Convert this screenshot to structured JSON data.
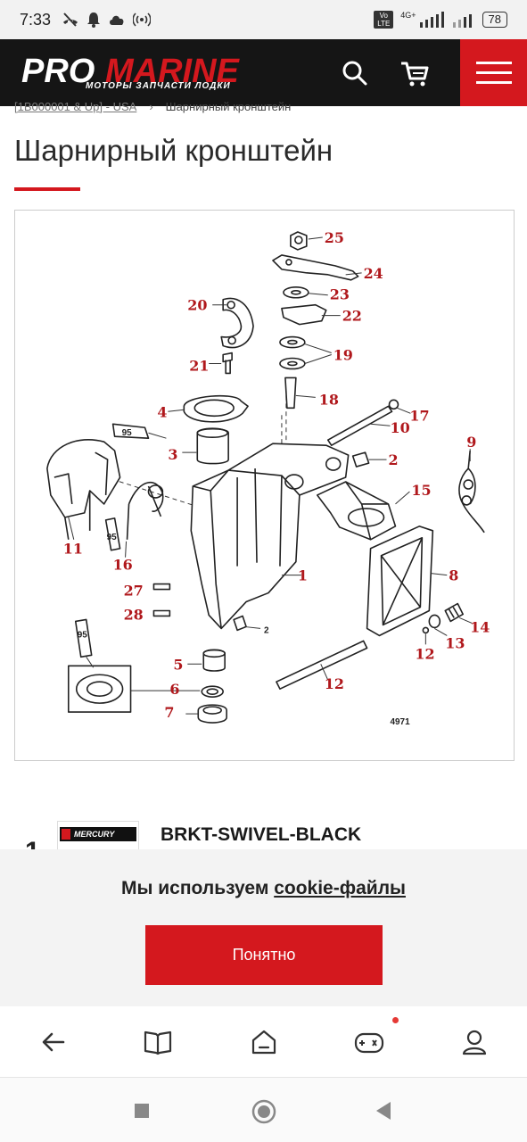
{
  "status_bar": {
    "time": "7:33",
    "network": "4G+",
    "volte": "Vo LTE",
    "battery": "78"
  },
  "header": {
    "logo_pro": "PRO",
    "logo_marine": "MARINE",
    "logo_tagline": "МОТОРЫ ЗАПЧАСТИ ЛОДКИ"
  },
  "breadcrumb": {
    "parent": "[1B000001 & Up] - USA",
    "current": "Шарнирный кронштейн"
  },
  "page": {
    "title": "Шарнирный кронштейн"
  },
  "diagram": {
    "figure_id": "4971",
    "callouts": [
      "1",
      "2",
      "2",
      "3",
      "4",
      "5",
      "6",
      "7",
      "8",
      "9",
      "10",
      "11",
      "12",
      "13",
      "14",
      "15",
      "16",
      "17",
      "18",
      "19",
      "20",
      "21",
      "22",
      "23",
      "24",
      "25",
      "26",
      "27",
      "28"
    ],
    "tube_label_1": "95",
    "tube_label_2": "95",
    "tube_label_3": "95"
  },
  "product": {
    "number": "1",
    "name": "BRKT-SWIVEL-BLACK",
    "thumb_brand": "MERCURY"
  },
  "cookie": {
    "text": "Мы используем ",
    "link": "cookie-файлы",
    "button": "Понятно"
  },
  "colors": {
    "accent": "#d4181e",
    "header_bg": "#151515",
    "callout": "#b0181c"
  }
}
